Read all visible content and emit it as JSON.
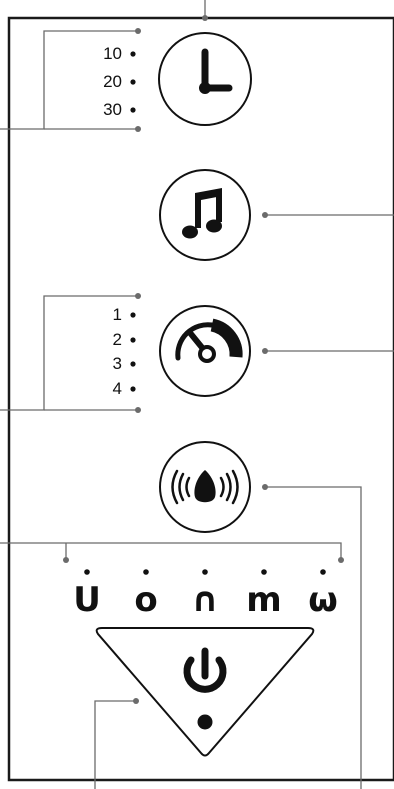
{
  "timer": {
    "icon": "clock-icon",
    "options": [
      "10",
      "20",
      "30"
    ]
  },
  "music": {
    "icon": "music-note-icon"
  },
  "intensity": {
    "icon": "gauge-icon",
    "options": [
      "1",
      "2",
      "3",
      "4"
    ]
  },
  "vibration": {
    "icon": "vibration-icon"
  },
  "modes": {
    "glyphs": [
      "U",
      "o",
      "∩",
      "m",
      "ω"
    ],
    "icons": [
      "mode-u-icon",
      "mode-o-icon",
      "mode-arch-icon",
      "mode-m-icon",
      "mode-omega-icon"
    ]
  },
  "power": {
    "icon": "power-icon"
  },
  "colors": {
    "line": "#6b6b6b",
    "ink": "#111111",
    "frame": "#1a1a1a",
    "accent": "#333333"
  }
}
